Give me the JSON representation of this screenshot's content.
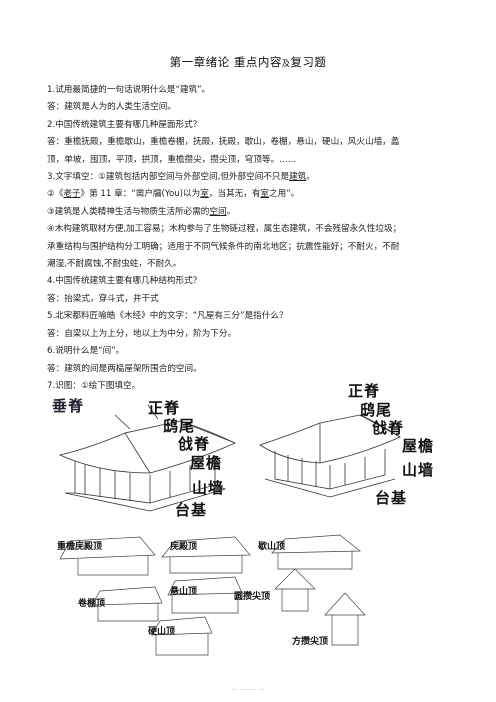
{
  "title": {
    "main": "第一章绪论  重点内容",
    "small": "及",
    "tail": "复习题"
  },
  "lines": [
    [
      "1.试用最简捷的一句话说明什么是“建筑”。"
    ],
    [
      "答：建筑是人为的人类生活空间。"
    ],
    [
      "2.中国传统建筑主要有哪几种屋面形式？"
    ],
    [
      "答：重檐抚殿，重檐歇山，重檐卷棚，抚殿，抚殿，歇山，卷棚，悬山，硬山，风火山墙，蠡"
    ],
    [
      "顶，单坡，囤顶，平顶，拱顶，重檐攒尖，攒尖顶，穹顶等。……"
    ],
    [
      "3.文字填空：①建筑包括内部空间与外部空间,但外部空间不只是",
      "建筑",
      "。"
    ],
    [
      "②《",
      "老子",
      "》第 11 章：“凿户牖(You)以为",
      "室",
      "，当其无，有",
      "室",
      "之用”。"
    ],
    [
      "③建筑是人类精神生活与物质生活所必需的",
      "空间",
      "。"
    ],
    [
      "④木构建筑取材方便,加工容易；木构参与了生物链过程，属生态建筑，不会残留永久性垃圾；"
    ],
    [
      "承重结构与围护结构分工明确；适用于不同气候条件的南北地区；抗震性能好；不耐火，不耐"
    ],
    [
      "潮湿,不耐腐蚀,不耐虫蛀，不耐久。"
    ],
    [
      "4.中国传统建筑主要有哪几种结构形式？"
    ],
    [
      "答：抬梁式，穿斗式，井干式"
    ],
    [
      "5.北宋都料匠喻皓《木经》中的文字：“凡屋有三分”是指什么？"
    ],
    [
      "答：自梁以上为上分，地以上为中分，阶为下分。"
    ],
    [
      "6.说明什么是“间”。"
    ],
    [
      "答：建筑的间是两榀屋架所围合的空间。"
    ],
    [
      "7.识图：①绘下图填空。"
    ]
  ],
  "fig1": {
    "left": [
      "垂脊",
      "正脊",
      "鸱尾",
      "戗脊",
      "屋檐",
      "山墙",
      "台基"
    ],
    "right": [
      "正脊",
      "鸱尾",
      "戗脊",
      "屋檐",
      "山墙",
      "台基"
    ]
  },
  "fig2": [
    "重檐庑殿顶",
    "庑殿顶",
    "歇山顶",
    "卷棚顶",
    "悬山顶",
    "圆攒尖顶",
    "硬山顶",
    "方攒尖顶"
  ],
  "footer": "~~ ~~~~~ ~~"
}
